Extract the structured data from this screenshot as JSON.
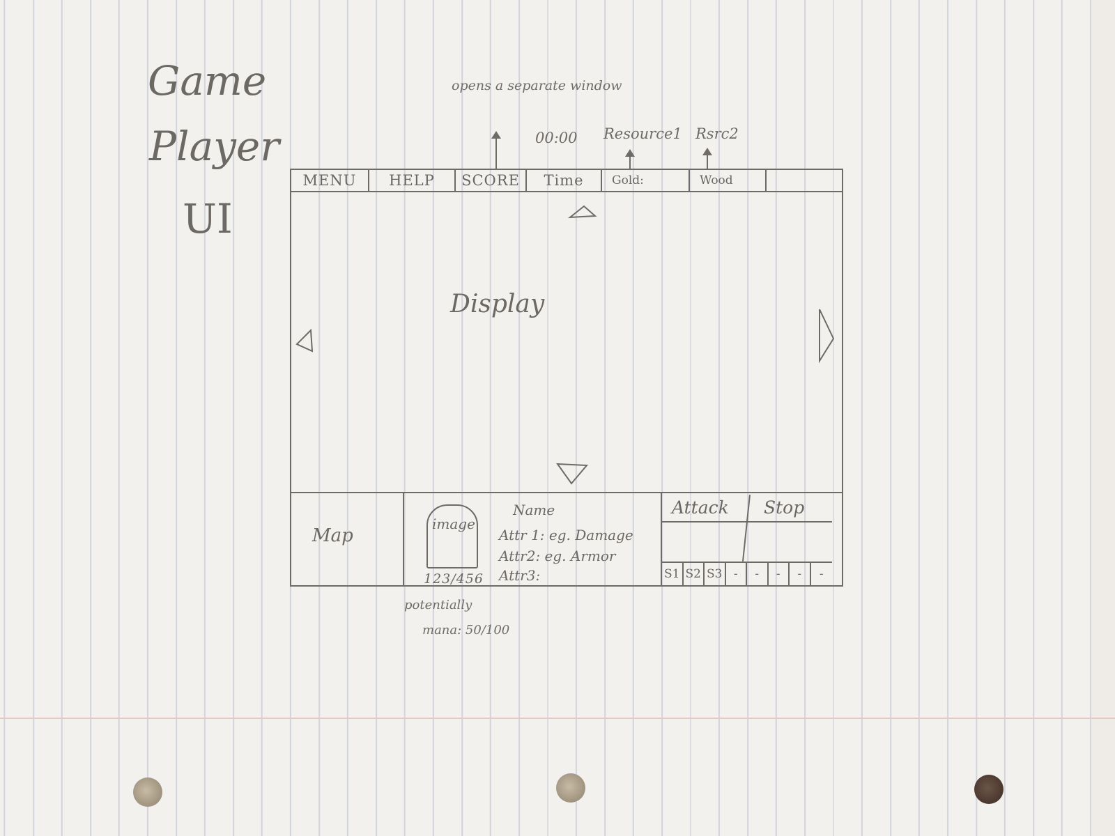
{
  "title": {
    "line1": "Game",
    "line2": "Player",
    "line3": "UI"
  },
  "annotations": {
    "score_note": "opens a separate window",
    "time_note": "00:00",
    "resource1_note": "Resource1",
    "resource2_note": "Rsrc2",
    "mana_note_line1": "potentially",
    "mana_note_line2": "mana: 50/100"
  },
  "topbar": {
    "menu": "MENU",
    "help": "HELP",
    "score": "SCORE",
    "time": "Time",
    "gold": "Gold:",
    "wood": "Wood",
    "empty": ""
  },
  "display": {
    "label": "Display"
  },
  "bottom": {
    "map_label": "Map",
    "unit": {
      "image_label": "image",
      "health": "123/456",
      "name": "Name",
      "attr1": "Attr 1: eg. Damage",
      "attr2": "Attr2: eg. Armor",
      "attr3": "Attr3:"
    },
    "commands": {
      "attack": "Attack",
      "stop": "Stop",
      "slots": [
        "S1",
        "S2",
        "S3",
        "-",
        "-",
        "-",
        "-",
        "-"
      ]
    }
  }
}
